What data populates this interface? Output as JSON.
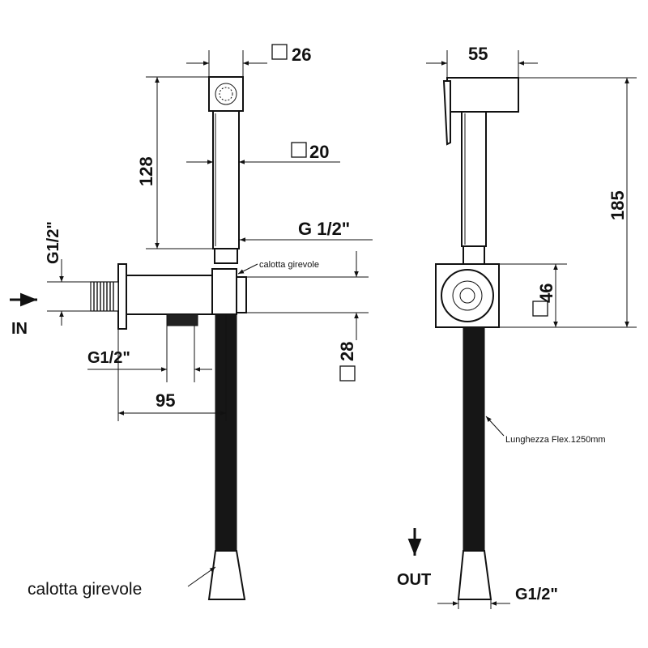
{
  "dimensions": {
    "shower_head_square": "26",
    "handle_square": "20",
    "handle_length": "128",
    "handle_thread": "G 1/2\"",
    "inlet_thread": "G1/2\"",
    "outlet_thread_front": "G1/2\"",
    "outlet_thread_side": "G1/2\"",
    "bracket_width": "95",
    "bracket_square_front": "28",
    "head_depth": "55",
    "total_height": "185",
    "bracket_square_side": "46"
  },
  "labels": {
    "in": "IN",
    "out": "OUT",
    "swivel_cap_small": "calotta girevole",
    "swivel_cap_large": "calotta girevole",
    "hose_length": "Lunghezza Flex.1250mm"
  },
  "colors": {
    "line": "#111111",
    "hose": "#161616",
    "background": "#ffffff"
  }
}
